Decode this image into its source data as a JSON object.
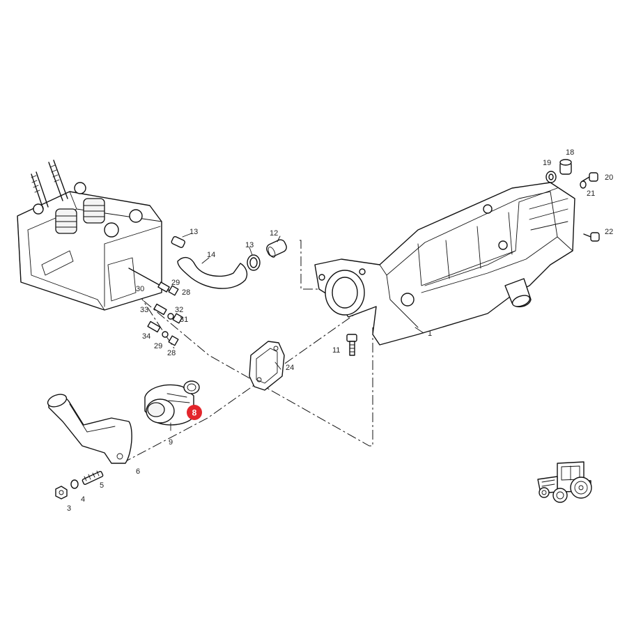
{
  "callouts": {
    "c1": "1",
    "c3": "3",
    "c4": "4",
    "c5": "5",
    "c6": "6",
    "c8": "8",
    "c9": "9",
    "c11": "11",
    "c12": "12",
    "c13a": "13",
    "c13b": "13",
    "c14": "14",
    "c18": "18",
    "c19": "19",
    "c20": "20",
    "c21": "21",
    "c22": "22",
    "c24": "24",
    "c28a": "28",
    "c28b": "28",
    "c29a": "29",
    "c29b": "29",
    "c30": "30",
    "c31": "31",
    "c32": "32",
    "c33": "33",
    "c34": "34"
  },
  "highlight": {
    "part": "8",
    "color": "#e3262c"
  },
  "icons": {
    "model_icon": "tractor-icon"
  },
  "colors": {
    "line": "#111111",
    "background": "#ffffff"
  }
}
